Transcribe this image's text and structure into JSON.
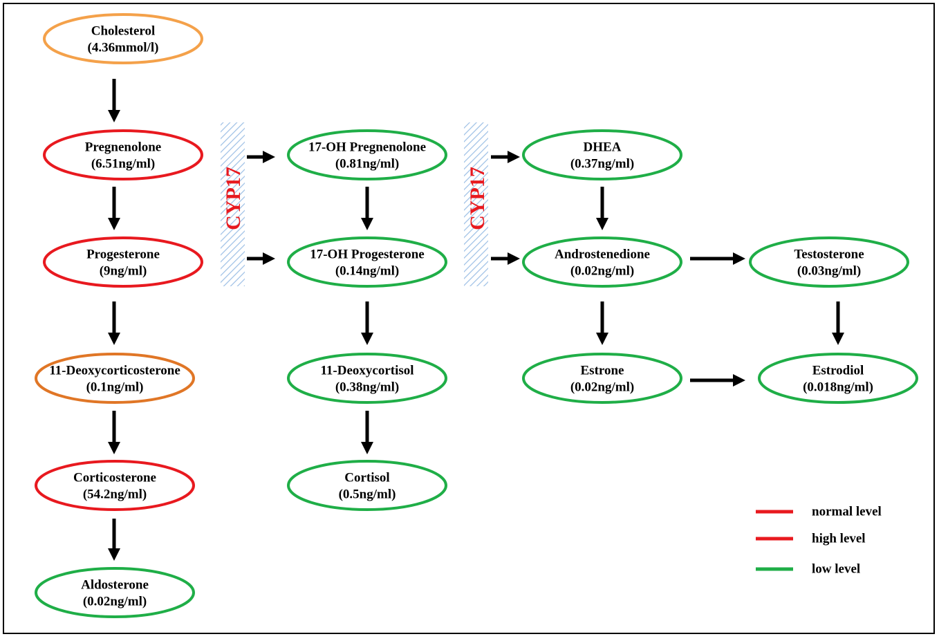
{
  "colors": {
    "normal": "#f4a14a",
    "high": "#e8191f",
    "low": "#1fae47",
    "orange_dark": "#e07626",
    "arrow": "#000000",
    "cyp_text": "#e8191f",
    "cyp_hatch": "#9fc1e6"
  },
  "nodes": [
    {
      "id": "cholesterol",
      "name": "Cholesterol",
      "value": "(4.36mmol/l)",
      "level": "normal"
    },
    {
      "id": "pregnenolone",
      "name": "Pregnenolone",
      "value": "(6.51ng/ml)",
      "level": "high"
    },
    {
      "id": "progesterone",
      "name": "Progesterone",
      "value": "(9ng/ml)",
      "level": "high"
    },
    {
      "id": "deoxycorticosterone",
      "name": "11-Deoxycorticosterone",
      "value": "(0.1ng/ml)",
      "level": "normal"
    },
    {
      "id": "corticosterone",
      "name": "Corticosterone",
      "value": "(54.2ng/ml)",
      "level": "high"
    },
    {
      "id": "aldosterone",
      "name": "Aldosterone",
      "value": "(0.02ng/ml)",
      "level": "low"
    },
    {
      "id": "oh-pregnenolone",
      "name": "17-OH Pregnenolone",
      "value": "(0.81ng/ml)",
      "level": "low"
    },
    {
      "id": "oh-progesterone",
      "name": "17-OH Progesterone",
      "value": "(0.14ng/ml)",
      "level": "low"
    },
    {
      "id": "deoxycortisol",
      "name": "11-Deoxycortisol",
      "value": "(0.38ng/ml)",
      "level": "low"
    },
    {
      "id": "cortisol",
      "name": "Cortisol",
      "value": "(0.5ng/ml)",
      "level": "low"
    },
    {
      "id": "dhea",
      "name": "DHEA",
      "value": "(0.37ng/ml)",
      "level": "low"
    },
    {
      "id": "androstenedione",
      "name": "Androstenedione",
      "value": "(0.02ng/ml)",
      "level": "low"
    },
    {
      "id": "testosterone",
      "name": "Testosterone",
      "value": "(0.03ng/ml)",
      "level": "low"
    },
    {
      "id": "estrone",
      "name": "Estrone",
      "value": "(0.02ng/ml)",
      "level": "low"
    },
    {
      "id": "estrodiol",
      "name": "Estrodiol",
      "value": "(0.018ng/ml)",
      "level": "low"
    }
  ],
  "edges": [
    [
      "cholesterol",
      "pregnenolone"
    ],
    [
      "pregnenolone",
      "progesterone"
    ],
    [
      "progesterone",
      "deoxycorticosterone"
    ],
    [
      "deoxycorticosterone",
      "corticosterone"
    ],
    [
      "corticosterone",
      "aldosterone"
    ],
    [
      "pregnenolone",
      "oh-pregnenolone"
    ],
    [
      "progesterone",
      "oh-progesterone"
    ],
    [
      "oh-pregnenolone",
      "oh-progesterone"
    ],
    [
      "oh-progesterone",
      "deoxycortisol"
    ],
    [
      "deoxycortisol",
      "cortisol"
    ],
    [
      "oh-pregnenolone",
      "dhea"
    ],
    [
      "oh-progesterone",
      "androstenedione"
    ],
    [
      "dhea",
      "androstenedione"
    ],
    [
      "androstenedione",
      "testosterone"
    ],
    [
      "androstenedione",
      "estrone"
    ],
    [
      "testosterone",
      "estrodiol"
    ],
    [
      "estrone",
      "estrodiol"
    ]
  ],
  "enzymes": [
    {
      "id": "cyp17-first",
      "label": "CYP17"
    },
    {
      "id": "cyp17-second",
      "label": "CYP17"
    }
  ],
  "legend": [
    {
      "label": "normal level",
      "level": "high"
    },
    {
      "label": "high level",
      "level": "high"
    },
    {
      "label": "low level",
      "level": "low"
    }
  ]
}
